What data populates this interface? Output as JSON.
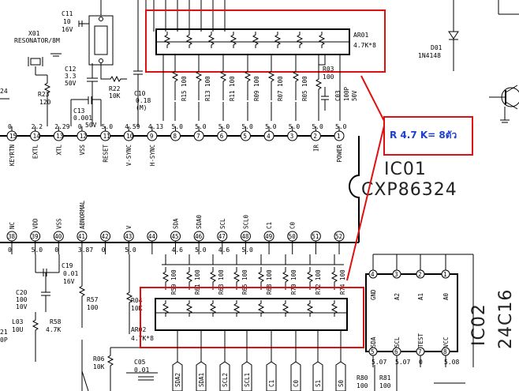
{
  "colors": {
    "wire": "#000000",
    "highlight": "#e01010",
    "annotation_text": "#1d3fd0",
    "annotation_box": "#e01010"
  },
  "ic01": {
    "ref": "IC01",
    "part": "CXP86324",
    "top_pins": [
      {
        "num": "15",
        "name": "KEYRTN",
        "volt": "0"
      },
      {
        "num": "14",
        "name": "EXTL",
        "volt": "2.2"
      },
      {
        "num": "13",
        "name": "XTL",
        "volt": "2.29"
      },
      {
        "num": "12",
        "name": "VSS",
        "volt": "0"
      },
      {
        "num": "11",
        "name": "RESET",
        "volt": "5.0"
      },
      {
        "num": "10",
        "name": "V-SYNC",
        "volt": "4.59"
      },
      {
        "num": "9",
        "name": "H-SYNC",
        "volt": "4.13"
      },
      {
        "num": "8",
        "name": "",
        "volt": "5.0"
      },
      {
        "num": "7",
        "name": "",
        "volt": "5.0"
      },
      {
        "num": "6",
        "name": "",
        "volt": "5.0"
      },
      {
        "num": "5",
        "name": "",
        "volt": "5.0"
      },
      {
        "num": "4",
        "name": "",
        "volt": "5.0"
      },
      {
        "num": "3",
        "name": "",
        "volt": "5.0"
      },
      {
        "num": "2",
        "name": "IR",
        "volt": "5.0"
      },
      {
        "num": "1",
        "name": "POWER",
        "volt": "5.0"
      }
    ],
    "bottom_pins": [
      {
        "num": "38",
        "name": "NC",
        "volt": "0"
      },
      {
        "num": "39",
        "name": "VDD",
        "volt": "5.0"
      },
      {
        "num": "40",
        "name": "VSS",
        "volt": "0"
      },
      {
        "num": "41",
        "name": "ABNORMAL",
        "volt": "3.87"
      },
      {
        "num": "42",
        "name": "",
        "volt": "0"
      },
      {
        "num": "43",
        "name": "V",
        "volt": "5.0"
      },
      {
        "num": "44",
        "name": "",
        "volt": ""
      },
      {
        "num": "45",
        "name": "SDA",
        "volt": "4.6"
      },
      {
        "num": "46",
        "name": "SDA0",
        "volt": "5.0"
      },
      {
        "num": "47",
        "name": "SCL",
        "volt": "4.6"
      },
      {
        "num": "48",
        "name": "SCL0",
        "volt": "5.0"
      },
      {
        "num": "49",
        "name": "C1",
        "volt": ""
      },
      {
        "num": "50",
        "name": "C0",
        "volt": ""
      },
      {
        "num": "51",
        "name": "",
        "volt": ""
      },
      {
        "num": "52",
        "name": "",
        "volt": ""
      }
    ]
  },
  "ic02": {
    "ref": "IC02",
    "part": "24C16",
    "top_pins": [
      {
        "num": "4",
        "name": "GND"
      },
      {
        "num": "3",
        "name": "A2"
      },
      {
        "num": "2",
        "name": "A1"
      },
      {
        "num": "1",
        "name": "A0"
      }
    ],
    "bottom_pins": [
      {
        "num": "5",
        "name": "SDA",
        "volt": "5.07"
      },
      {
        "num": "6",
        "name": "SCL",
        "volt": "5.07"
      },
      {
        "num": "7",
        "name": "TEST",
        "volt": "0"
      },
      {
        "num": "8",
        "name": "VCC",
        "volt": "5.08"
      }
    ]
  },
  "ar01": {
    "ref": "AR01",
    "value": "4.7K*8",
    "resistors": [
      "R15 100",
      "R13 100",
      "R11 100",
      "R09 100",
      "R07 100",
      "R05 100"
    ]
  },
  "ar02": {
    "ref": "AR02",
    "value": "4.7K*8",
    "resistors": [
      "R59 100",
      "R61 100",
      "R63 100",
      "R65 100",
      "R68 100",
      "R70 100",
      "R72 100",
      "R74 100"
    ]
  },
  "parts": {
    "c11": [
      "C11",
      "10",
      "16V"
    ],
    "x01": [
      "X01",
      "RESONATOR/8M"
    ],
    "c12": [
      "C12",
      "3.3",
      "50V"
    ],
    "r22": [
      "R22",
      "10K"
    ],
    "r23": [
      "R23",
      "120"
    ],
    "c13": [
      "C13",
      "0.001",
      "50V"
    ],
    "c10": [
      "C10",
      "0.18",
      "(M)"
    ],
    "r03": [
      "R03",
      "100"
    ],
    "c03": "C03",
    "c03v": [
      "100P",
      "50V"
    ],
    "d01": [
      "D01",
      "1N4148"
    ],
    "c19": [
      "C19",
      "0.01",
      "16V"
    ],
    "c20": [
      "C20",
      "100",
      "10V"
    ],
    "r57": [
      "R57",
      "100"
    ],
    "l03": [
      "L03",
      "10U"
    ],
    "r58": [
      "R58",
      "4.7K"
    ],
    "r04": [
      "R04",
      "10K"
    ],
    "r06": [
      "R06",
      "10K"
    ],
    "c05": [
      "C05",
      "0.01"
    ],
    "r80": [
      "R80",
      "100"
    ],
    "r81": [
      "R81",
      "100"
    ],
    "r24": "24",
    "edge21": [
      "21",
      "0P"
    ]
  },
  "bottom_nets": [
    "SDA2",
    "SDA1",
    "SCL2",
    "SCL1",
    "C1",
    "C0",
    "S1",
    "S0"
  ],
  "annotation": "R 4.7 K= 8ตัว"
}
